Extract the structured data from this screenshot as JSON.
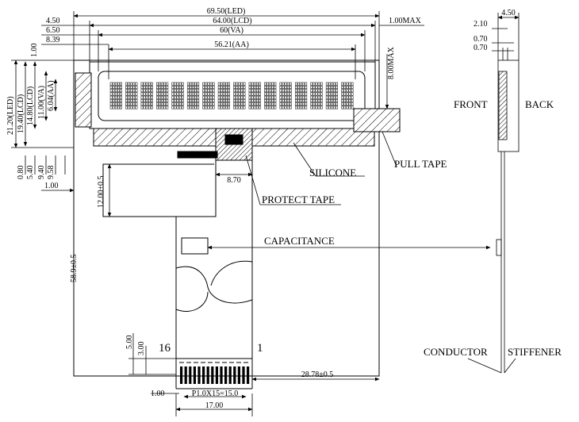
{
  "dimensions": {
    "led_width": "69.50(LED)",
    "lcd_width": "64.00(LCD)",
    "va_width": "60(VA)",
    "aa_width": "56.21(AA)",
    "left_450": "4.50",
    "left_650": "6.50",
    "left_839": "8.39",
    "max_100": "1.00MAX",
    "max_800": "8.00MAX",
    "top_100": "1.00",
    "led_height": "21.20(LED)",
    "lcd_height": "19.40(LCD)",
    "lcd_14": "14.80(LCD)",
    "va_height": "11.00(VA)",
    "aa_height": "6.04(AA)",
    "v_080": "0.80",
    "v_540": "5.40",
    "v_940": "9.40",
    "v_958": "9.58",
    "h_100_left": "1.00",
    "fpc_870": "8.70",
    "fpc_1200": "12.00±0.5",
    "total_height": "58.9±0.5",
    "v_500": "5.00",
    "v_300": "3.00",
    "pitch": "P1.0X15=15.0",
    "width_1700": "17.00",
    "bottom_100": "1.00",
    "offset_2878": "28.78±0.5",
    "side_450": "4.50",
    "side_210": "2.10",
    "side_070a": "0.70",
    "side_070b": "0.70"
  },
  "labels": {
    "silicone": "SILICONE",
    "pull_tape": "PULL TAPE",
    "protect_tape": "PROTECT TAPE",
    "capacitance": "CAPACITANCE",
    "front": "FRONT",
    "back": "BACK",
    "conductor": "CONDUCTOR",
    "stiffener": "STIFFENER",
    "pin_16": "16",
    "pin_1": "1"
  },
  "display": {
    "characters": 16,
    "rows": 1
  }
}
